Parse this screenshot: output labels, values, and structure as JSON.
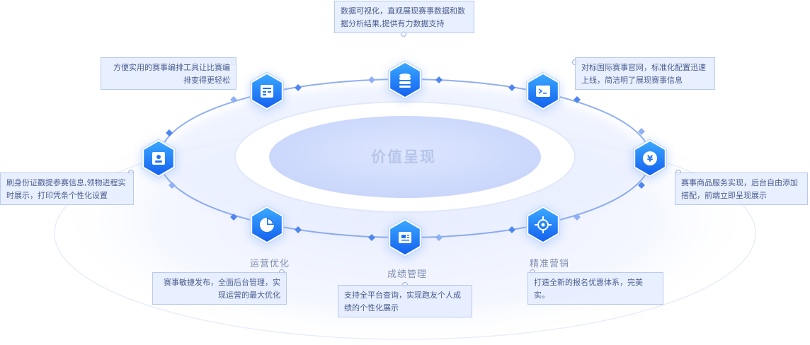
{
  "center": {
    "title": "价值呈现"
  },
  "nodes": [
    {
      "id": "top",
      "label": "",
      "icon": "database-icon",
      "description": "数据可视化，直观展现赛事数据和数据分析结果,提供有力数据支持"
    },
    {
      "id": "upper-right",
      "label": "",
      "icon": "terminal-icon",
      "description": "对标国际赛事官网，标准化配置迅速上线，简洁明了展现赛事信息"
    },
    {
      "id": "right",
      "label": "",
      "icon": "yen-icon",
      "description": "赛事商品服务实现，后台自由添加搭配，前端立即呈现展示"
    },
    {
      "id": "lower-right",
      "label": "精准营销",
      "icon": "target-icon",
      "description": "打造全新的报名优惠体系，完美实。"
    },
    {
      "id": "bottom",
      "label": "成绩管理",
      "icon": "document-icon",
      "description": "支持全平台查询，实现跑友个人成绩的个性化展示"
    },
    {
      "id": "lower-left",
      "label": "运营优化",
      "icon": "pie-chart-icon",
      "description": "赛事敏捷发布，全面后台管理，实现运营的最大优化"
    },
    {
      "id": "left",
      "label": "",
      "icon": "id-card-icon",
      "description": "刷身份证戳提参赛信息,领物进程实时展示，打印凭条个性化设置"
    },
    {
      "id": "upper-left",
      "label": "",
      "icon": "form-icon",
      "description": "方便实用的赛事编排工具让比赛编排变得更轻松"
    }
  ],
  "colors": {
    "hex_dark": "#1a6ff5",
    "hex_light": "#3aa0ff",
    "ring": "#6b93ec",
    "glow": "#dfe7ff"
  }
}
